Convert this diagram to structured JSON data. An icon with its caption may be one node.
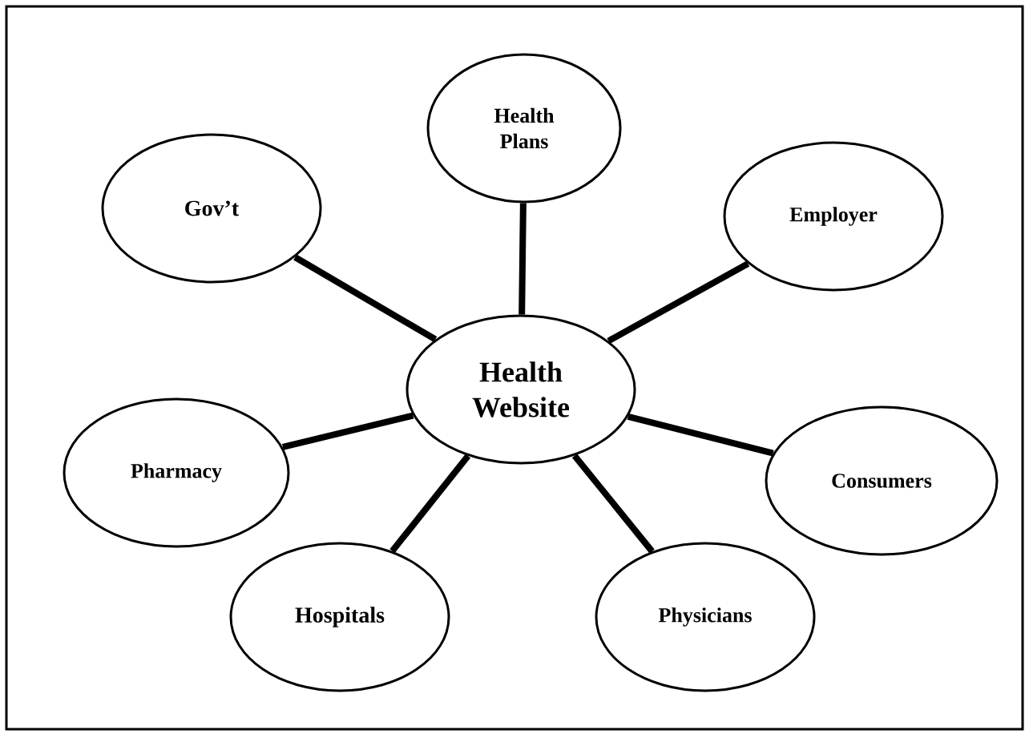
{
  "diagram": {
    "nodes": [
      {
        "text": [
          "Health Plans"
        ]
      },
      {
        "text": [
          "Gov’t"
        ]
      },
      {
        "text": [
          "Employer"
        ]
      },
      {
        "text": [
          "Health Website"
        ]
      },
      {
        "text": [
          "Pharmacy"
        ]
      },
      {
        "text": [
          "Consumers"
        ]
      },
      {
        "text": [
          "Hospitals"
        ]
      },
      {
        "text": [
          "Physicians"
        ]
      }
    ],
    "edges": [
      {
        "from": 3,
        "to": 0,
        "arrow": "none"
      },
      {
        "from": 3,
        "to": 1,
        "arrow": "none"
      },
      {
        "from": 3,
        "to": 2,
        "arrow": "none"
      },
      {
        "from": 3,
        "to": 4,
        "arrow": "none"
      },
      {
        "from": 3,
        "to": 5,
        "arrow": "none"
      },
      {
        "from": 3,
        "to": 6,
        "arrow": "none"
      },
      {
        "from": 3,
        "to": 7,
        "arrow": "none"
      }
    ]
  }
}
